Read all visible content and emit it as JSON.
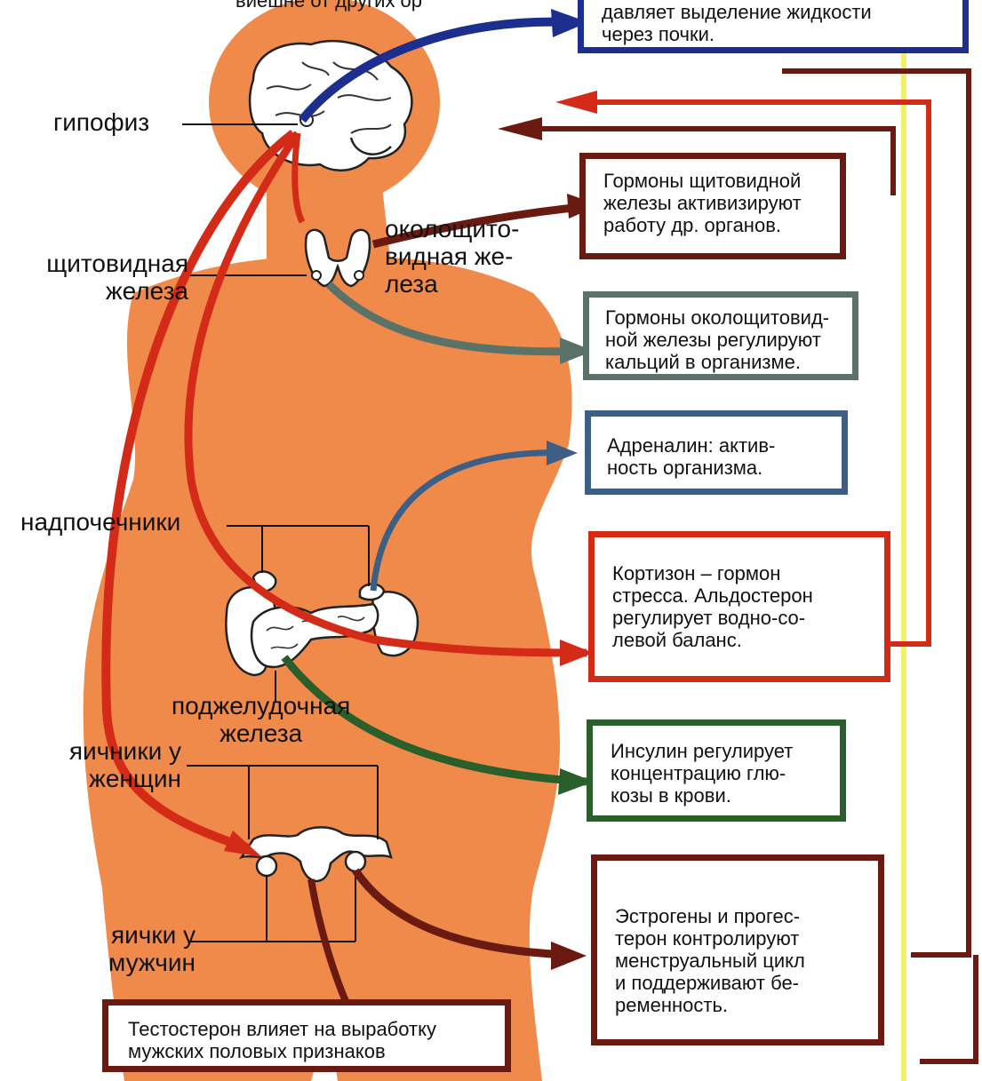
{
  "labels": {
    "top_cut": "виешне от других ор",
    "pituitary": "гипофиз",
    "thyroid": "щитовидная\nжелеза",
    "parathyroid": "околощито-\nвидная же-\nлеза",
    "adrenals": "надпочечники",
    "pancreas": "поджелудочная\nжелеза",
    "ovaries": "яичники у\nженщин",
    "testes": "яички у\nмужчин"
  },
  "boxes": {
    "kidney": "давляет выделение жидкости\nчерез почки.",
    "thyroid_hormones": "Гормоны щитовидной\nжелезы активизируют\nработу др. органов.",
    "parathyroid_hormones": "Гормоны околощитовид-\nной железы регулируют\nкальций в организме.",
    "adrenaline": "Адреналин: актив-\nность организма.",
    "cortisone": "Кортизон – гормон\nстресса. Альдостерон\nрегулирует водно-со-\nлевой баланс.",
    "insulin": "Инсулин регулирует\nконцентрацию глю-\nкозы в крови.",
    "estrogen": "Эстрогены и прогес-\nтерон контролируют\nменструальный цикл\nи поддерживают бе-\nременность.",
    "testosterone": "Тестостерон влияет на выработку\nмужских половых признаков"
  },
  "colors": {
    "body": "#f08a4b",
    "blue": "#1c2f8f",
    "brown": "#6b1a12",
    "red": "#d42a18",
    "gray_green": "#5a7268",
    "steel_blue": "#3d5f86",
    "green": "#2a5e2a",
    "yellow_line": "#f3ef6a"
  }
}
